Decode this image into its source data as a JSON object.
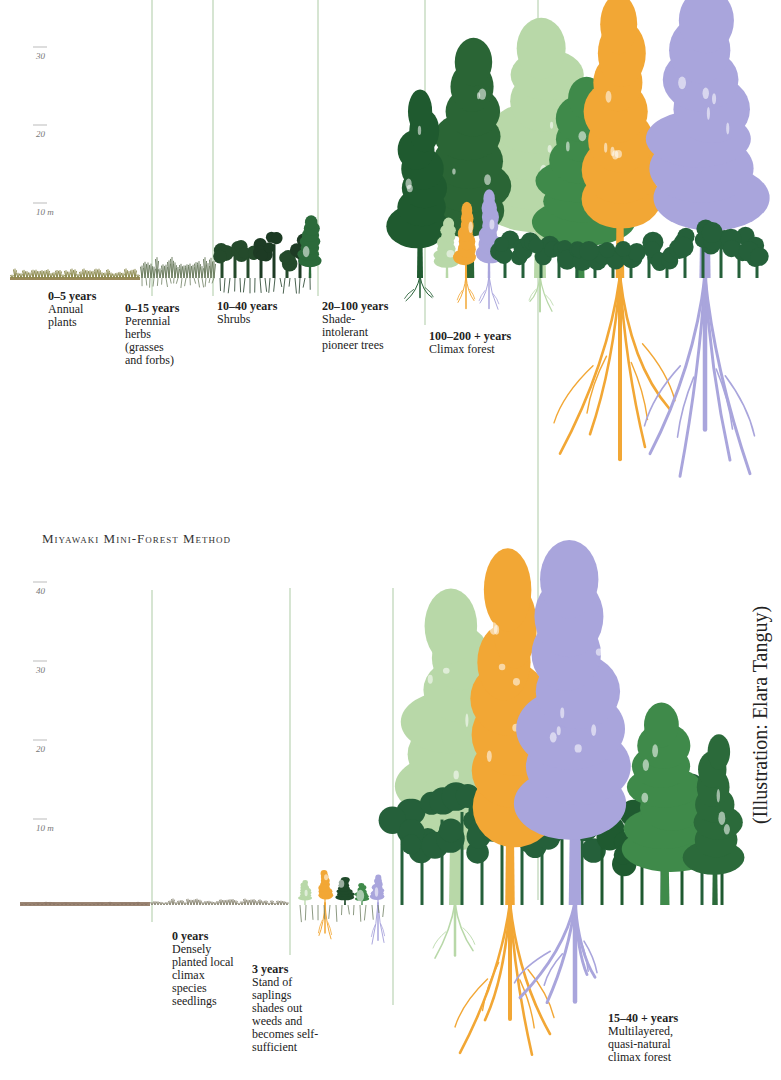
{
  "diagram": {
    "caption": "(Illustration: Elara Tanguy)",
    "labels": [
      "30",
      "20",
      "10 m",
      "0–5 years",
      "Annual plants",
      "0–15 years",
      "Perennial herbs (grasses and forbs)",
      "10–40 years",
      "Shrubs",
      "20–100 years",
      "Shade-intolerant pioneer trees",
      "100–200 + years",
      "Climax forest",
      "Miyawaki Mini-Forest Method",
      "40",
      "30",
      "20",
      "10 m",
      "0 years",
      "Densely planted local climax species seedlings",
      "3 years",
      "Stand of saplings shades out weeds and becomes self-sufficient",
      "15–40 + years",
      "Multilayered, quasi-natural climax forest"
    ]
  }
}
